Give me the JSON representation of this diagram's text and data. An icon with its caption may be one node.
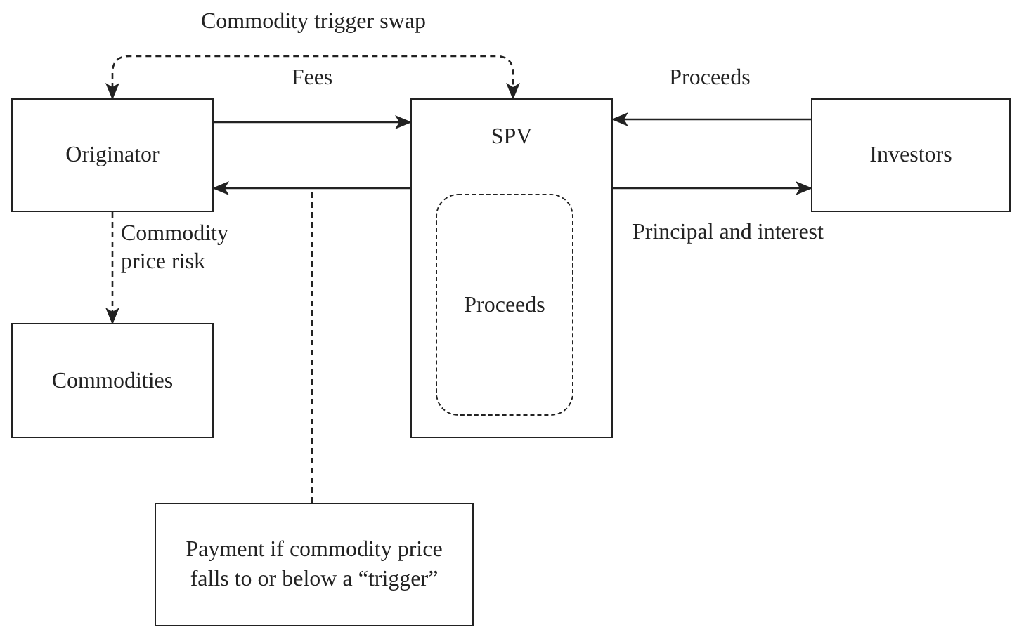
{
  "diagram": {
    "nodes": [
      {
        "text": [
          "Originator"
        ]
      },
      {
        "text": [
          "SPV"
        ]
      },
      {
        "text": [
          "Proceeds"
        ],
        "in": 1
      },
      {
        "text": [
          "Investors"
        ]
      },
      {
        "text": [
          "Commodities"
        ]
      },
      {
        "text": [
          "Payment if commodity price falls to or below a “trigger”"
        ]
      }
    ],
    "edges": [
      {
        "from": 0,
        "to": 1,
        "arrow": "to",
        "label": "Fees"
      },
      {
        "from": 1,
        "to": 0,
        "arrow": "to"
      },
      {
        "from": 3,
        "to": 1,
        "arrow": "to",
        "label": "Proceeds"
      },
      {
        "from": 1,
        "to": 3,
        "arrow": "to",
        "label": "Principal and interest"
      },
      {
        "from": 0,
        "to": 4,
        "arrow": "to",
        "label": "Commodity price risk",
        "style": "dashed"
      },
      {
        "from": 0,
        "to": 1,
        "arrow": "both",
        "label": "Commodity trigger swap",
        "style": "dashed"
      },
      {
        "from": 5,
        "to": null,
        "arrow": "none",
        "style": "dashed"
      }
    ]
  }
}
